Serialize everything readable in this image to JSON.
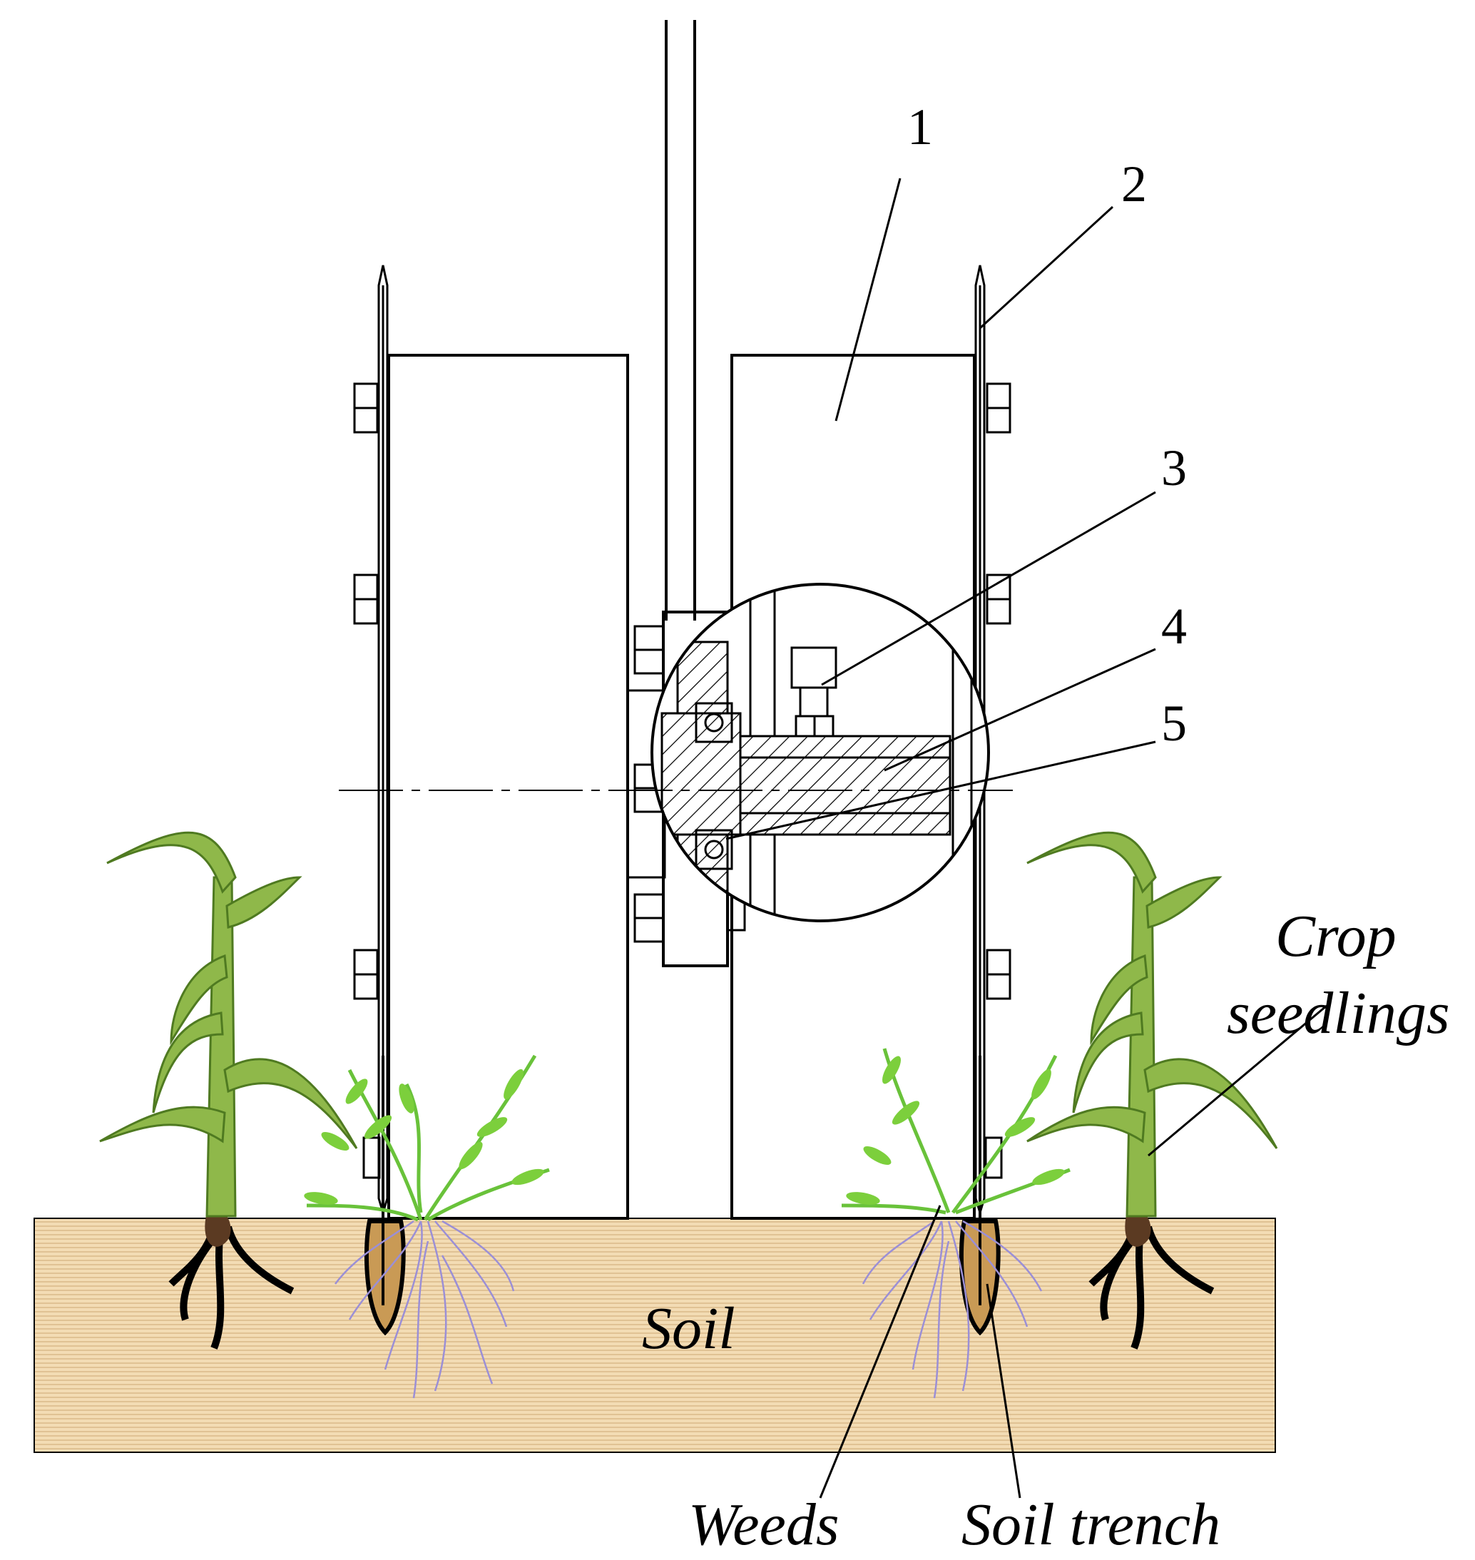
{
  "labels": {
    "part_1": "1",
    "part_2": "2",
    "part_3": "3",
    "part_4": "4",
    "part_5": "5",
    "crop": "Crop",
    "seedlings": "seedlings",
    "soil": "Soil",
    "weeds": "Weeds",
    "soil_trench": "Soil trench"
  },
  "colors": {
    "soil_fill": "#f3dcb4",
    "soil_stripe": "#d9b98a",
    "trench_fill": "#c99a55",
    "crop_leaf": "#8fb84a",
    "crop_leaf_dark": "#4f7a21",
    "crop_root": "#5b3a22",
    "weed_leaf": "#7ccf3c",
    "weed_root": "#9b8fd6"
  }
}
